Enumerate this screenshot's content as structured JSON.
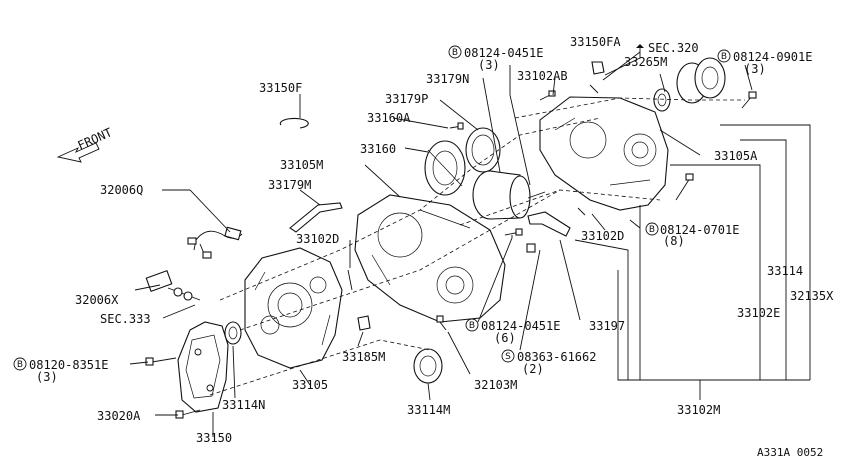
{
  "diagram_code": "A331A 0052",
  "front_label": "FRONT",
  "parts": {
    "p33150FA": "33150FA",
    "sec320": "SEC.320",
    "b0451e_top": "08124-0451E",
    "b0451e_top_qty": "(3)",
    "b0901e": "08124-0901E",
    "b0901e_qty": "(3)",
    "p33102AB": "33102AB",
    "p33265M": "33265M",
    "p33179N": "33179N",
    "p33179P": "33179P",
    "p33160A": "33160A",
    "p33150F": "33150F",
    "p33160": "33160",
    "p33105M": "33105M",
    "p33105A": "33105A",
    "p33179M": "33179M",
    "p32006Q": "32006Q",
    "p33102D_left": "33102D",
    "p33102D_right": "33102D",
    "b0701e": "08124-0701E",
    "b0701e_qty": "(8)",
    "p33114": "33114",
    "p32135X": "32135X",
    "p32006X": "32006X",
    "sec333": "SEC.333",
    "p33102E": "33102E",
    "b0451e_bot": "08124-0451E",
    "b0451e_bot_qty": "(6)",
    "p33197": "33197",
    "b8351e": "08120-8351E",
    "b8351e_qty": "(3)",
    "p33185M": "33185M",
    "s61662": "08363-61662",
    "s61662_qty": "(2)",
    "p33105": "33105",
    "p33114N": "33114N",
    "p32103M": "32103M",
    "p33020A": "33020A",
    "p33114M": "33114M",
    "p33102M": "33102M",
    "p33150": "33150"
  },
  "prefix": {
    "b": "B",
    "s": "S"
  }
}
